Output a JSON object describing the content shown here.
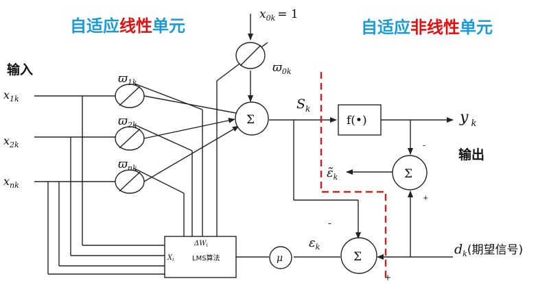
{
  "titles": {
    "linear": {
      "part1": "自适应",
      "part2": "线性",
      "part3": "单元"
    },
    "nonlinear": {
      "part1": "自适应",
      "part2": "非线性",
      "part3": "单元"
    }
  },
  "colors": {
    "accent_blue": "#1a9ad6",
    "accent_red": "#e01010",
    "line": "#222222",
    "boundary": "#d81c1c"
  },
  "labels": {
    "input": "输入",
    "output": "输出",
    "x0k": "x",
    "x0k_sub": "0k",
    "x0k_eq": "= 1",
    "w0k": "ϖ",
    "w0k_sub": "0k",
    "w1k": "ϖ",
    "w1k_sub": "1k",
    "w2k": "ϖ",
    "w2k_sub": "2k",
    "wnk": "ϖ",
    "wnk_sub": "nk",
    "x1k": "x",
    "x1k_sub": "1k",
    "x2k": "x",
    "x2k_sub": "2k",
    "xnk": "x",
    "xnk_sub": "nk",
    "sum_symbol": "Σ",
    "sk": "S",
    "sk_sub": "k",
    "activation": "f(•)",
    "yk": "y",
    "yk_sub": "k",
    "eps_tilde": "ε̃",
    "eps_tilde_sub": "k",
    "eps": "ε",
    "eps_sub": "k",
    "mu": "μ",
    "delta_w": "ΔW",
    "delta_w_sub": "i",
    "xi": "X",
    "xi_sub": "i",
    "lms": "LMS算法",
    "minus": "-",
    "plus": "+",
    "dk": "d",
    "dk_sub": "k",
    "dk_desc": "(期望信号)"
  }
}
